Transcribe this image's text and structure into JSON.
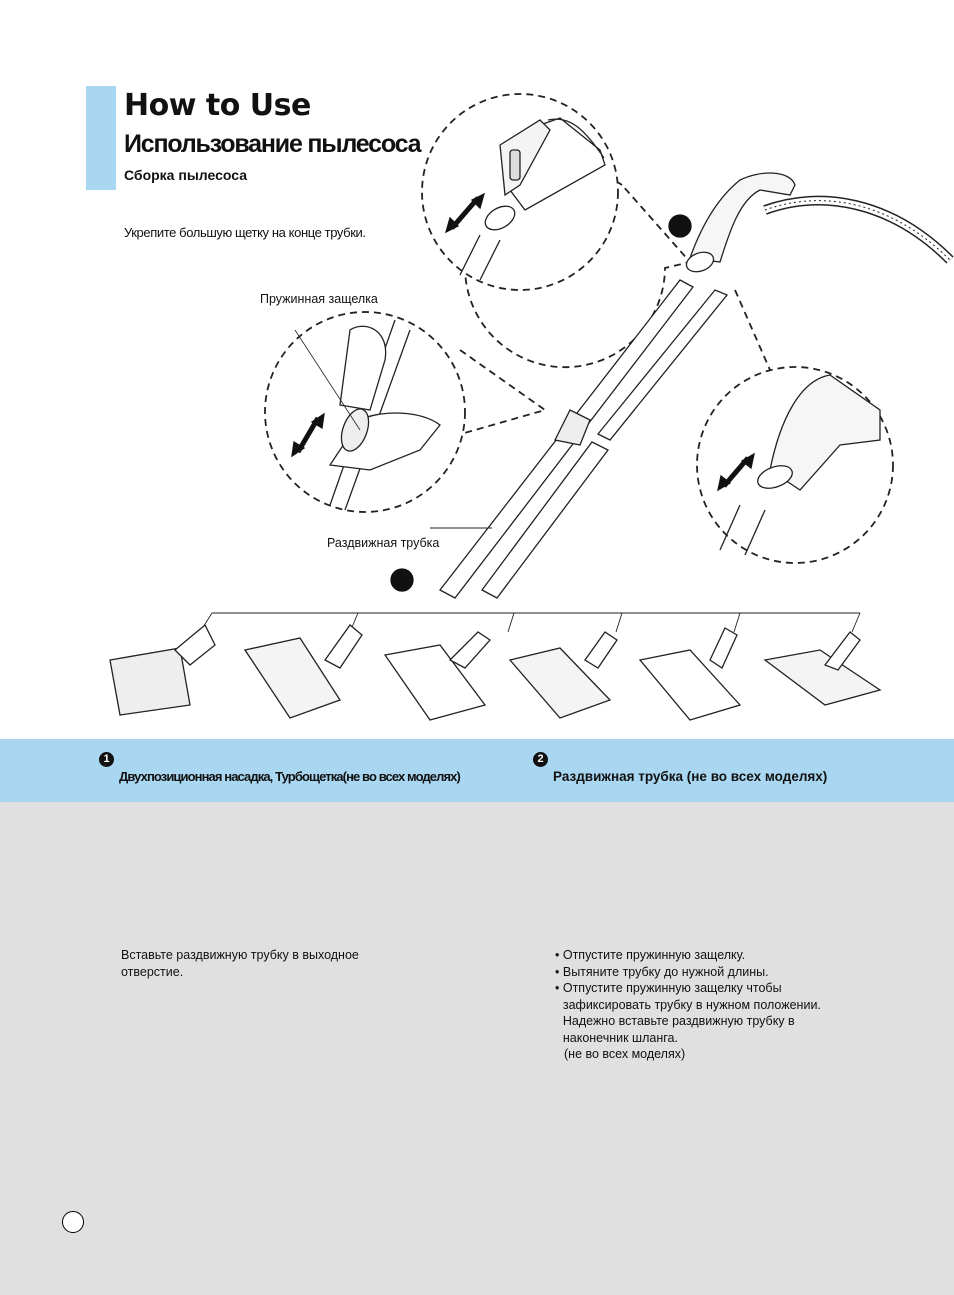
{
  "header": {
    "title_en": "How to Use",
    "title_ru": "Использование пылесоса",
    "subtitle": "Сборка пылесоса",
    "accent_color": "#a9d7f2"
  },
  "figure": {
    "instruction": "Укрепите большую щетку на конце трубки.",
    "spring_latch_label": "Пружинная защелка",
    "telescopic_tube_label": "Раздвижная трубка"
  },
  "steps": [
    {
      "number": "1",
      "heading": "Двухпозиционная насадка, Турбощетка(не во всех моделях)",
      "text": "Вставьте раздвижную трубку в выходное отверстие."
    },
    {
      "number": "2",
      "heading": "Раздвижная трубка (не во всех моделях)",
      "bullets": [
        "Отпустите пружинную защелку.",
        "Вытяните трубку до нужной длины.",
        "Отпустите пружинную защелку чтобы зафиксировать трубку в нужном положении. Надежно вставьте раздвижную трубку в наконечник шланга."
      ],
      "note": "(не во всех моделях)"
    }
  ],
  "colors": {
    "band": "#a9d7f2",
    "panel": "#e0e0e0"
  }
}
